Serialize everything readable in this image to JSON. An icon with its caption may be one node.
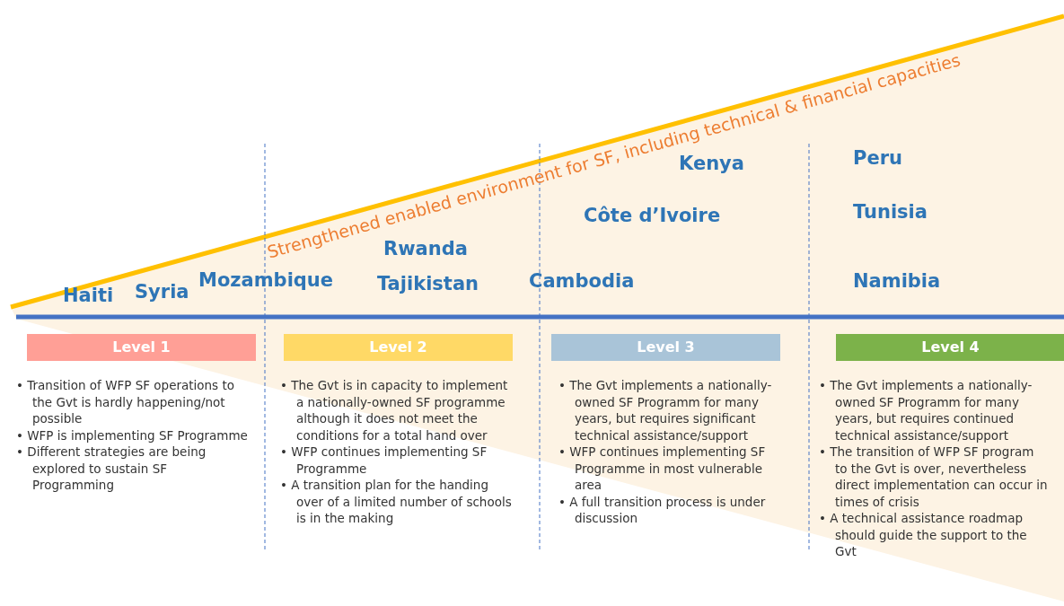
{
  "diagram": {
    "nodes": [
      {
        "text": [
          "Level 1"
        ],
        "beside": [
          "• Transition of WFP SF operations to the Gvt is hardly happening/not possible",
          "• WFP is implementing SF Programme",
          "• Different strategies are being explored to sustain SF Programming"
        ]
      },
      {
        "text": [
          "Level 2"
        ],
        "beside": [
          "• The Gvt is in capacity to implement a nationally-owned SF programme although it does not meet the conditions for a total hand over",
          "• WFP continues implementing SF Programme",
          "• A transition plan for the handing over of a limited number of schools is in the making"
        ]
      },
      {
        "text": [
          "Level 3"
        ],
        "beside": [
          "• The Gvt implements a nationally-owned SF Programm for many years, but requires significant technical assistance/support",
          "• WFP continues implementing SF Programme in most vulnerable area",
          "• A full transition process is under discussion"
        ]
      },
      {
        "text": [
          "Level 4"
        ],
        "beside": [
          "• The Gvt implements a nationally-owned SF Programm for many years, but requires continued technical assistance/support",
          "• The transition of WFP SF program to the Gvt is over, nevertheless direct implementation can occur in times of crisis",
          "• A technical assistance roadmap should guide the support to the Gvt"
        ]
      }
    ],
    "labels": [
      "Strengthened enabled environment for SF, including technical & financial capacities",
      "Kenya",
      "Peru",
      "Côte d’Ivoire",
      "Tunisia",
      "Rwanda",
      "Haiti",
      "Syria",
      "Mozambique",
      "Tajikistan",
      "Cambodia",
      "Namibia"
    ]
  }
}
